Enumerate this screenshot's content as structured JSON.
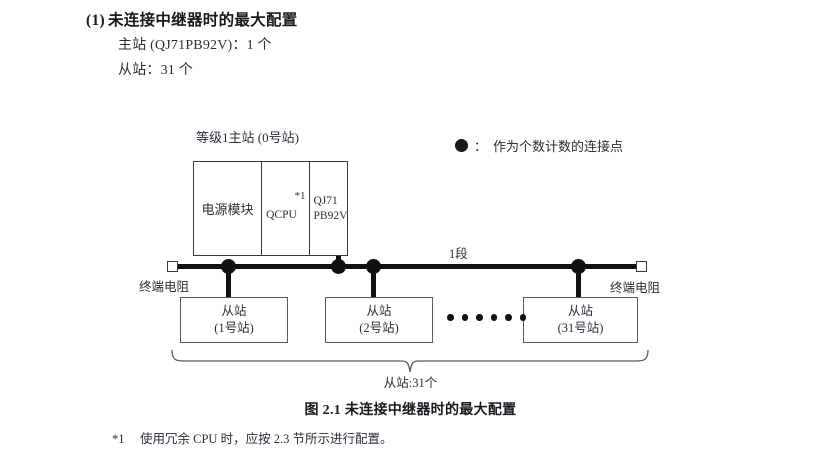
{
  "heading": {
    "number": "(1)",
    "title": "未连接中继器时的最大配置",
    "master_line": "主站 (QJ71PB92V)：1 个",
    "slave_line": "从站：31 个"
  },
  "legend": {
    "symbol": "filled-circle",
    "colon": "：",
    "text": "作为个数计数的连接点"
  },
  "diagram": {
    "master": {
      "title": "等级1主站 (0号站)",
      "power_module": "电源模块",
      "cpu": "QCPU",
      "cpu_note": "*1",
      "network_line1": "QJ71",
      "network_line2": "PB92V"
    },
    "segment_label": "1段",
    "terminator_left": "终端电阻",
    "terminator_right": "终端电阻",
    "slaves": [
      {
        "name": "从站",
        "station": "(1号站)"
      },
      {
        "name": "从站",
        "station": "(2号站)"
      },
      {
        "name": "从站",
        "station": "(31号站)"
      }
    ],
    "ellipsis_dots": 6,
    "brace_label": "从站:31个"
  },
  "caption": "图 2.1  未连接中继器时的最大配置",
  "footnote": {
    "mark": "*1",
    "text": "使用冗余 CPU 时，应按 2.3 节所示进行配置。"
  },
  "colors": {
    "ink": "#2d2d3a",
    "line": "#111111",
    "box_border": "#3a3a3a"
  }
}
